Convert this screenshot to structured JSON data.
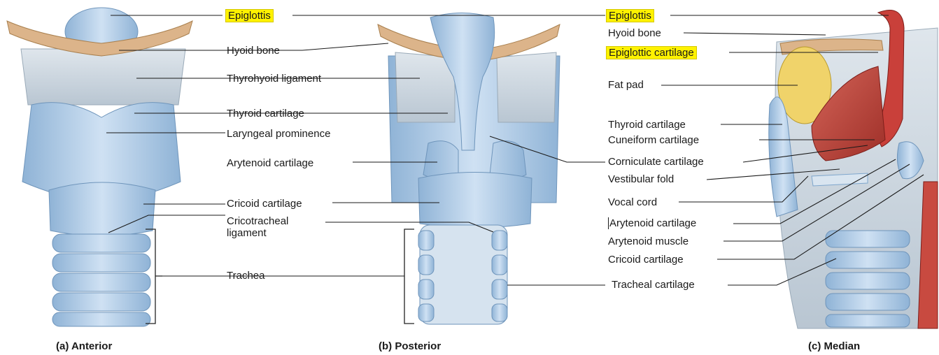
{
  "labels": {
    "epiglottis_1": "Epiglottis",
    "hyoid_1": "Hyoid bone",
    "thyrohyoid": "Thyrohyoid ligament",
    "thyroid_1": "Thyroid cartilage",
    "laryngeal_prominence": "Laryngeal prominence",
    "arytenoid_1": "Arytenoid cartilage",
    "cricoid_1": "Cricoid cartilage",
    "cricotracheal_line1": "Cricotracheal",
    "cricotracheal_line2": "ligament",
    "trachea": "Trachea",
    "epiglottis_2": "Epiglottis",
    "hyoid_2": "Hyoid bone",
    "epiglottic_cartilage": "Epiglottic cartilage",
    "fat_pad": "Fat pad",
    "thyroid_2": "Thyroid cartilage",
    "cuneiform": "Cuneiform cartilage",
    "corniculate": "Corniculate cartilage",
    "vestibular": "Vestibular fold",
    "vocal_cord": "Vocal cord",
    "arytenoid_2": "Arytenoid cartilage",
    "arytenoid_muscle": "Arytenoid muscle",
    "cricoid_2": "Cricoid cartilage",
    "tracheal_cartilage": "Tracheal cartilage"
  },
  "captions": {
    "anterior": "(a) Anterior",
    "posterior": "(b) Posterior",
    "median": "(c) Median"
  },
  "colors": {
    "cartilage": "#b9d3ec",
    "cartilage_dark": "#7ea6cc",
    "bone": "#dcb48a",
    "membrane": "#ccd7e0",
    "mucosa": "#b8453c",
    "fat": "#f0d36a",
    "highlight": "#fff200"
  }
}
